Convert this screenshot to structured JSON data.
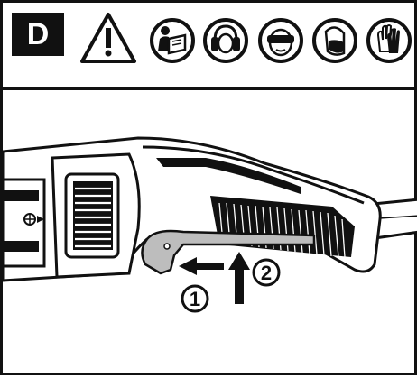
{
  "panel": {
    "label": "D"
  },
  "safety_icons": [
    {
      "icon": "warning-triangle-icon"
    },
    {
      "icon": "read-manual-icon"
    },
    {
      "icon": "ear-protection-icon"
    },
    {
      "icon": "eye-protection-icon"
    },
    {
      "icon": "dust-mask-icon"
    },
    {
      "icon": "protective-gloves-icon"
    }
  ],
  "steps": [
    {
      "number": "1"
    },
    {
      "number": "2"
    }
  ]
}
